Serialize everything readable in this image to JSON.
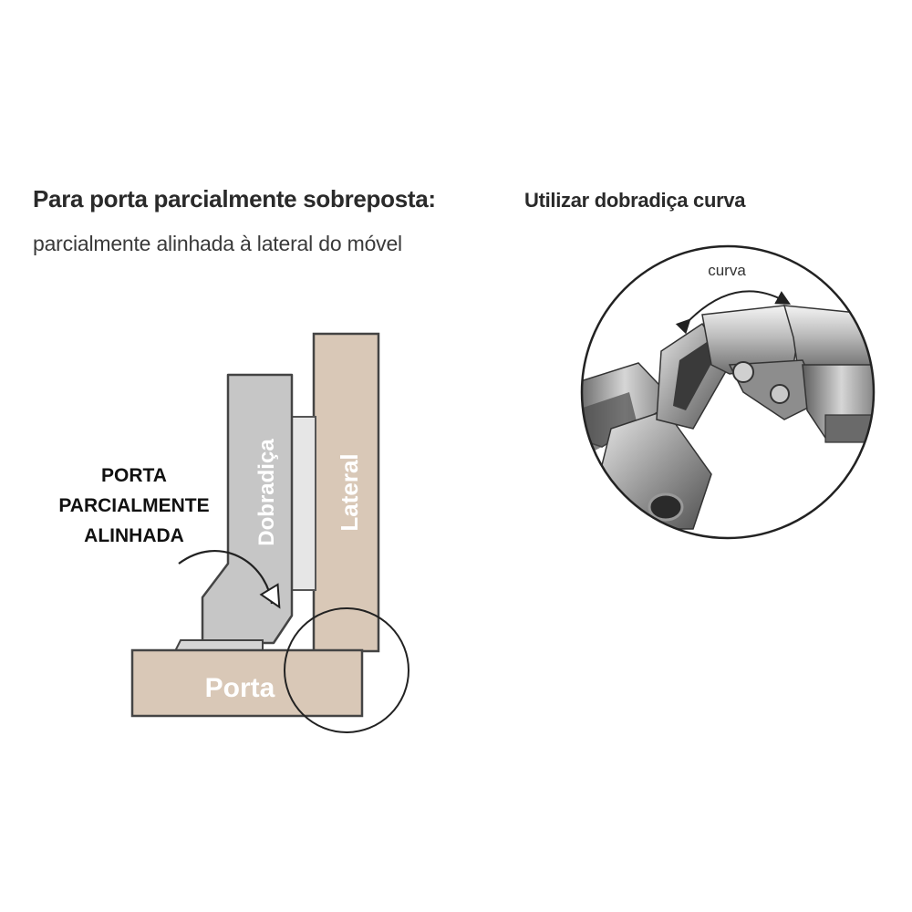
{
  "header": {
    "title": "Para porta parcialmente sobreposta:",
    "subtitle": "parcialmente alinhada à lateral do móvel",
    "instruction": "Utilizar dobradiça curva"
  },
  "callout": {
    "lines": [
      "PORTA",
      "PARCIALMENTE",
      "ALINHADA"
    ]
  },
  "parts": {
    "hinge": "Dobradiça",
    "side": "Lateral",
    "door": "Porta"
  },
  "zoom": {
    "label": "curva"
  },
  "colors": {
    "wood": "#d9c8b7",
    "hinge": "#c6c6c6",
    "outline": "#444444"
  }
}
